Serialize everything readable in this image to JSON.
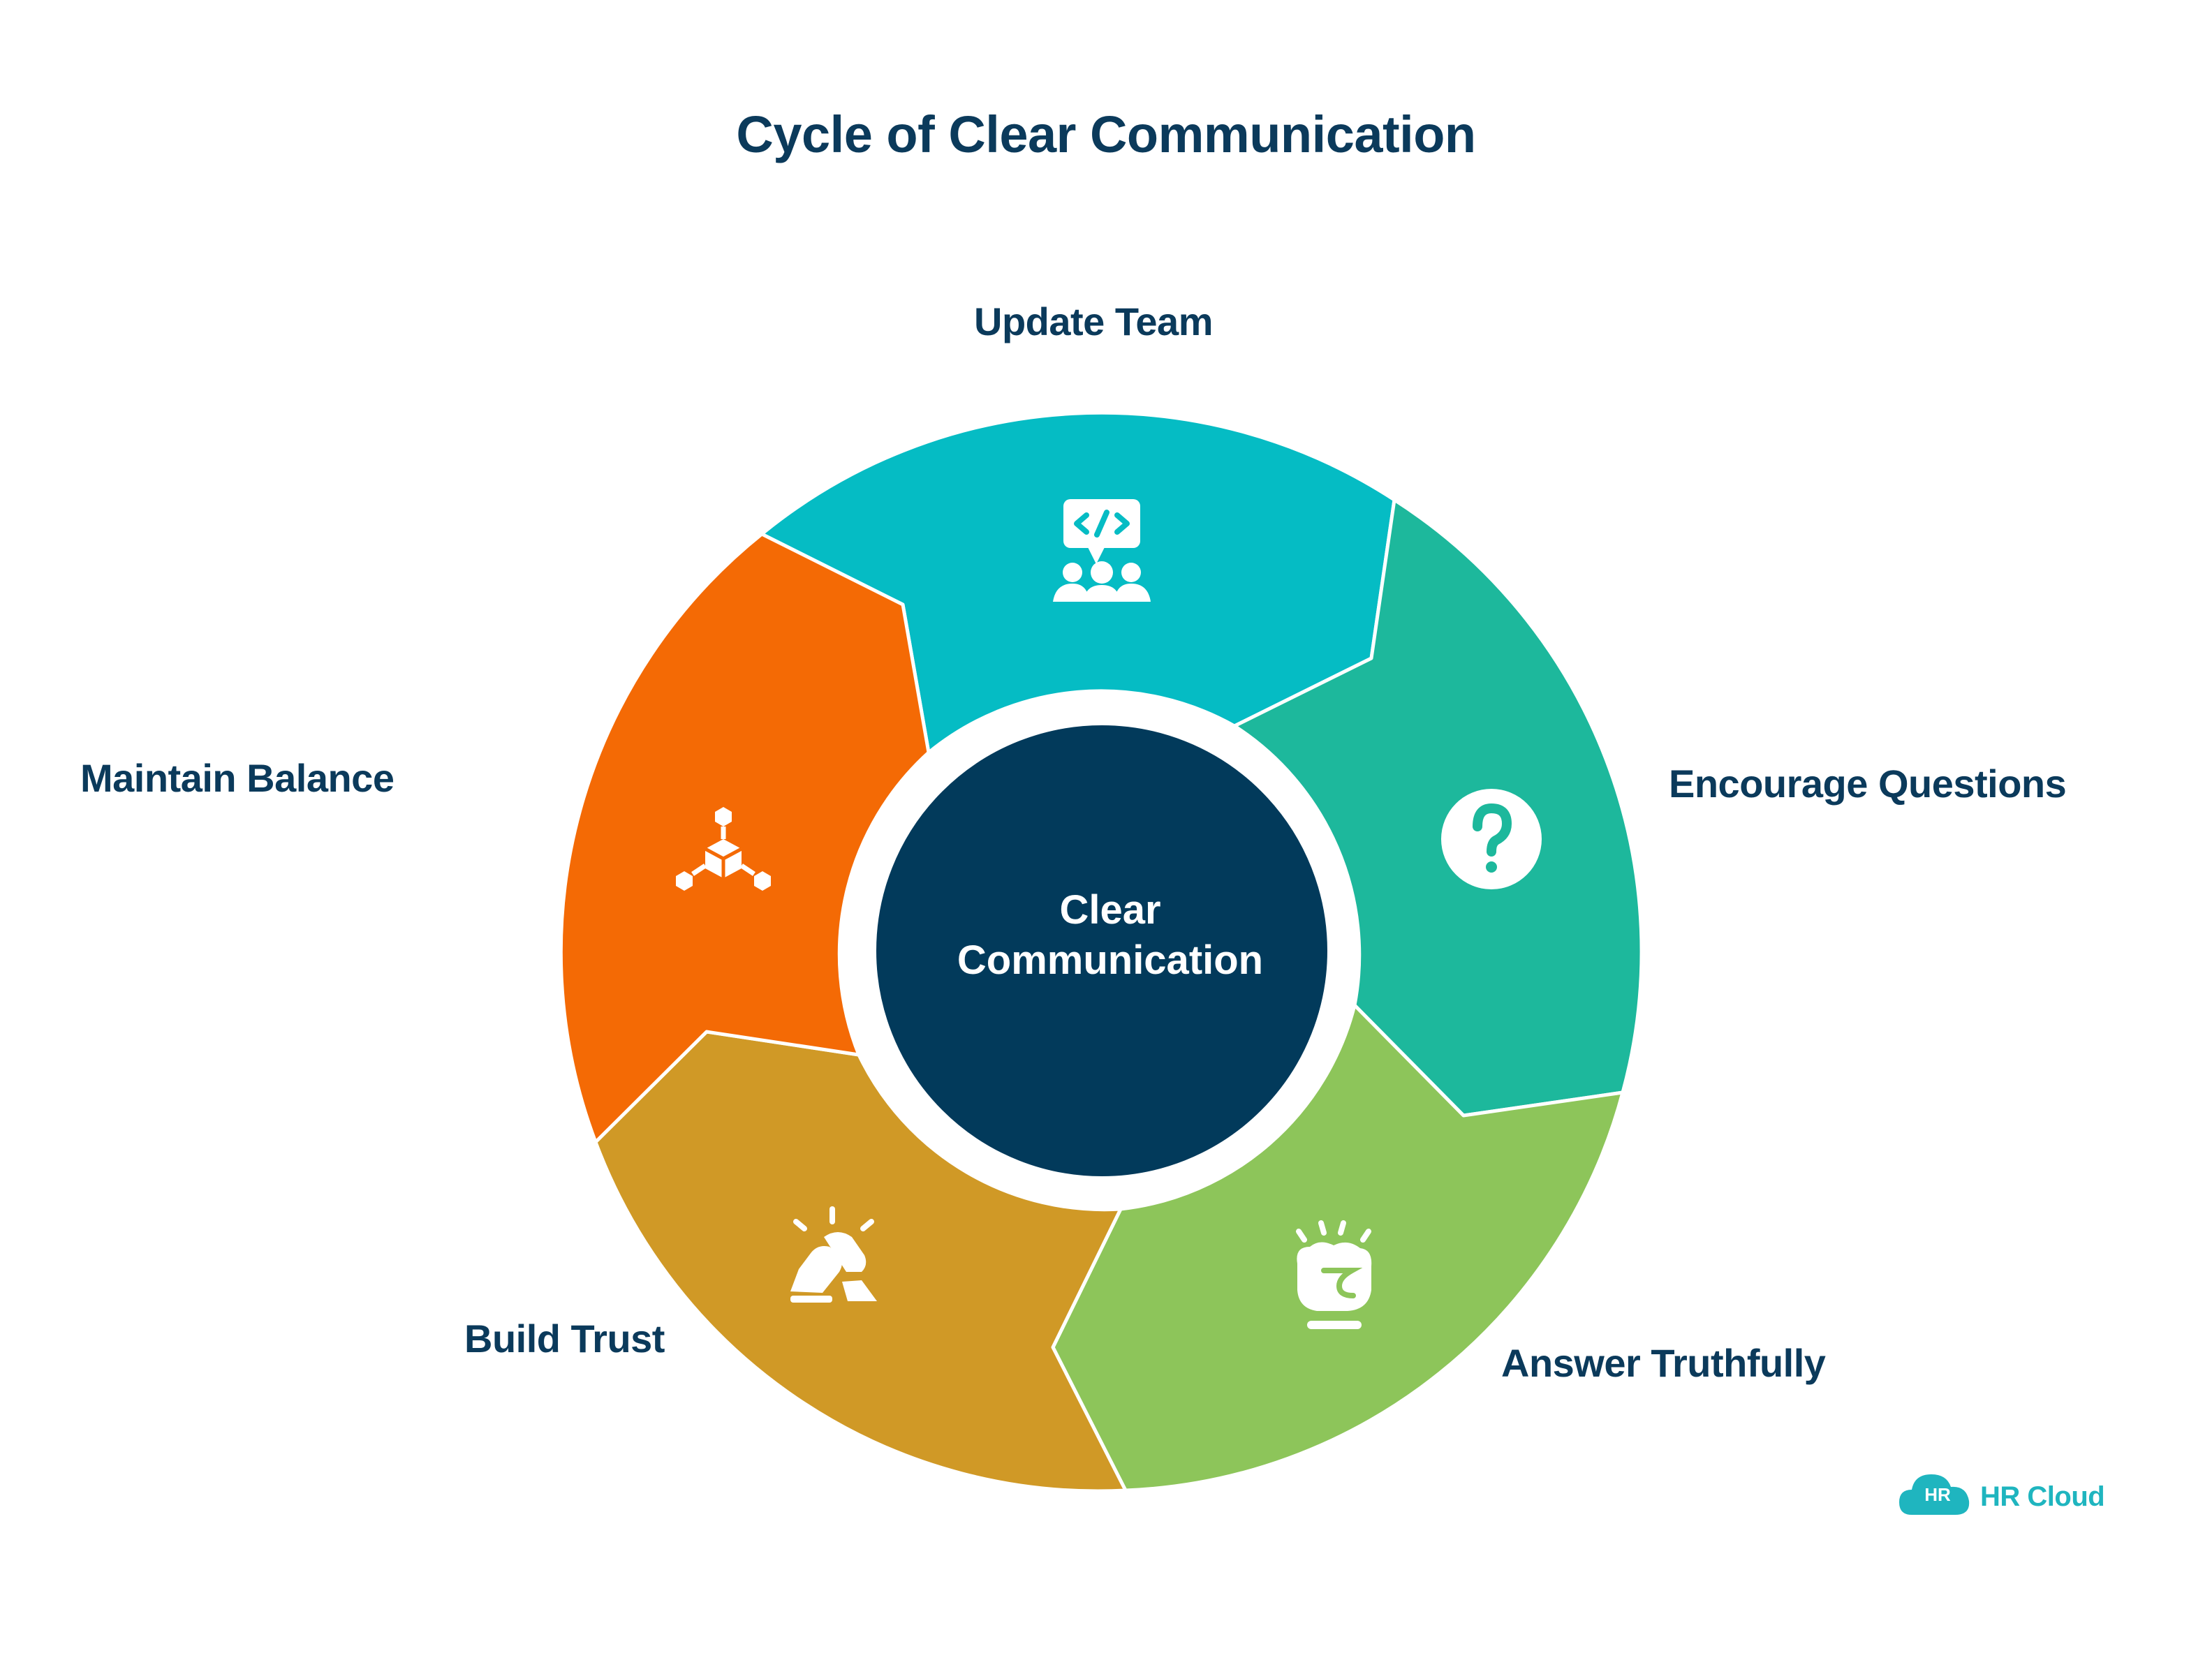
{
  "title": "Cycle of Clear Communication",
  "center": {
    "line1": "Clear",
    "line2": "Communication",
    "color": "#023a5b"
  },
  "segments": [
    {
      "label": "Update Team",
      "color": "#05bcc4",
      "icon": "team-code-chat-icon"
    },
    {
      "label": "Encourage Questions",
      "color": "#1db89c",
      "icon": "question-icon"
    },
    {
      "label": "Answer Truthfully",
      "color": "#8dc55a",
      "icon": "honest-hand-icon"
    },
    {
      "label": "Build Trust",
      "color": "#d09926",
      "icon": "trust-hand-icon"
    },
    {
      "label": "Maintain Balance",
      "color": "#f46a05",
      "icon": "balance-network-icon"
    }
  ],
  "logo": {
    "badge": "HR",
    "text": "HR Cloud",
    "color": "#1fb5bf"
  }
}
